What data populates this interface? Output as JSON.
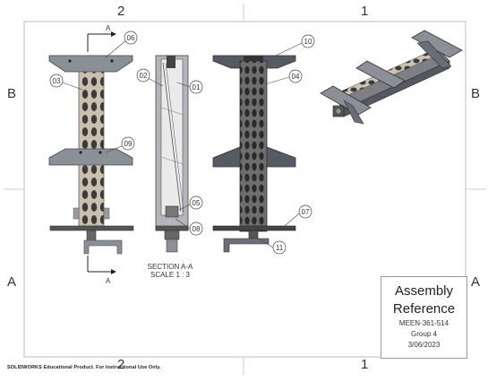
{
  "zones": {
    "top_left": "2",
    "top_right": "1",
    "bottom_left": "2",
    "bottom_right": "1",
    "row_b_left": "B",
    "row_b_right": "B",
    "row_a_left": "A",
    "row_a_right": "A"
  },
  "section_marker": {
    "top": "A",
    "bottom": "A"
  },
  "callouts": [
    "06",
    "03",
    "09",
    "02",
    "01",
    "05",
    "08",
    "10",
    "04",
    "07",
    "11"
  ],
  "section_label": {
    "line1": "SECTION A-A",
    "line2": "SCALE 1 : 3"
  },
  "title_block": {
    "title_line1": "Assembly",
    "title_line2": "Reference",
    "course": "MEEN-361-514",
    "group": "Group 4",
    "date": "3/06/2023"
  },
  "footer": "SOLIDWORKS Educational Product. For Instructional Use Only."
}
